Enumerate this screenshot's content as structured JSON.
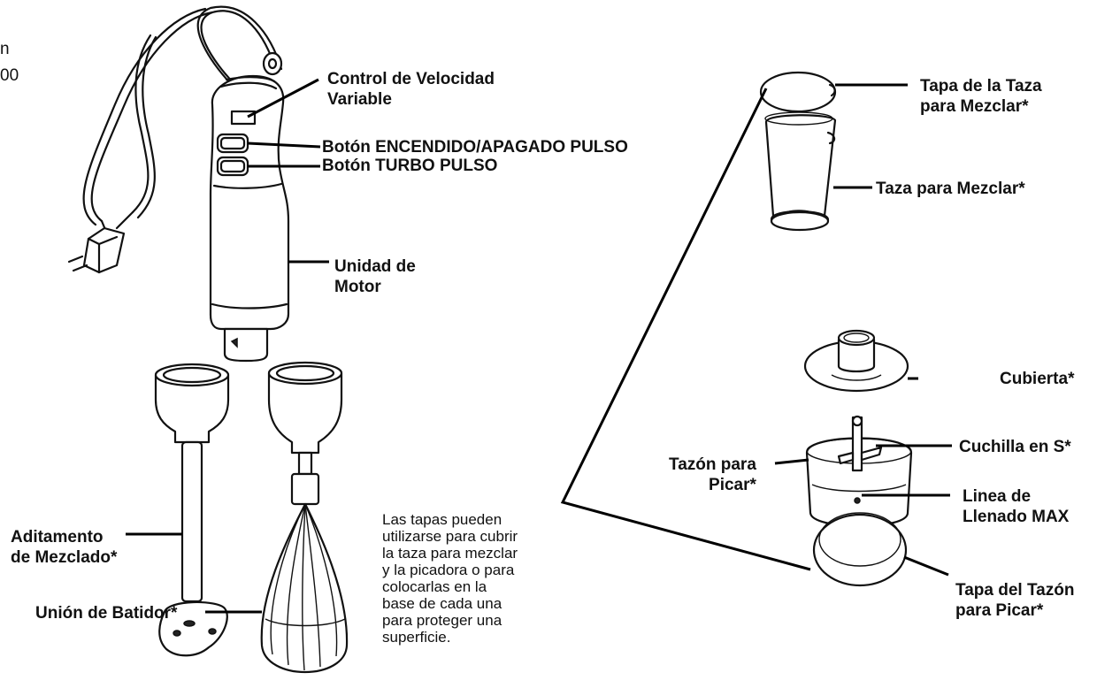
{
  "fragments": {
    "top_left_a": "n",
    "top_left_b": "00"
  },
  "labels": {
    "speed_control": [
      "Control de Velocidad",
      "Variable"
    ],
    "power_button": "Botón ENCENDIDO/APAGADO PULSO",
    "turbo_button": "Botón TURBO PULSO",
    "motor_unit": [
      "Unidad de",
      "Motor"
    ],
    "blending_attachment": [
      "Aditamento",
      "de Mezclado*"
    ],
    "whisk_attachment": "Unión de Batidor*",
    "cup_lid": [
      "Tapa de la Taza",
      "para Mezclar*"
    ],
    "mixing_cup": "Taza para Mezclar*",
    "cover": "Cubierta*",
    "s_blade": "Cuchilla en S*",
    "chopping_bowl": [
      "Tazón para",
      "Picar*"
    ],
    "max_fill_line": [
      "Linea de",
      "Llenado MAX"
    ],
    "bowl_lid": [
      "Tapa del Tazón",
      "para Picar*"
    ]
  },
  "note": [
    "Las tapas pueden",
    "utilizarse para cubrir",
    "la taza para mezclar",
    "y la picadora o para",
    "colocarlas en la",
    "base de cada una",
    "para proteger una",
    "superficie."
  ]
}
